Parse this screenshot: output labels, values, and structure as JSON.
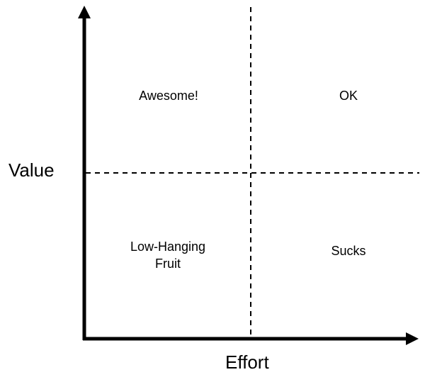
{
  "axes": {
    "y_label": "Value",
    "x_label": "Effort"
  },
  "quadrants": {
    "top_left": "Awesome!",
    "top_right": "OK",
    "bottom_left": "Low-Hanging\nFruit",
    "bottom_right": "Sucks"
  },
  "colors": {
    "ink": "#000000",
    "background": "#ffffff"
  }
}
